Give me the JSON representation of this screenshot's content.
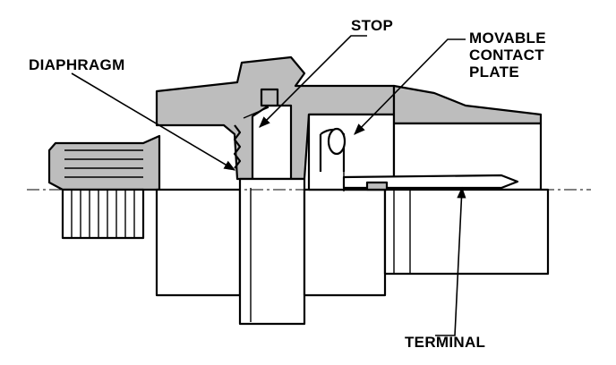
{
  "labels": {
    "stop": "STOP",
    "diaphragm": "DIAPHRAGM",
    "movable_line1": "MOVABLE",
    "movable_line2": "CONTACT",
    "movable_line3": "PLATE",
    "terminal": "TERMINAL"
  },
  "colors": {
    "shading": "#bdbdbd",
    "outline": "#000000",
    "background": "#ffffff"
  }
}
